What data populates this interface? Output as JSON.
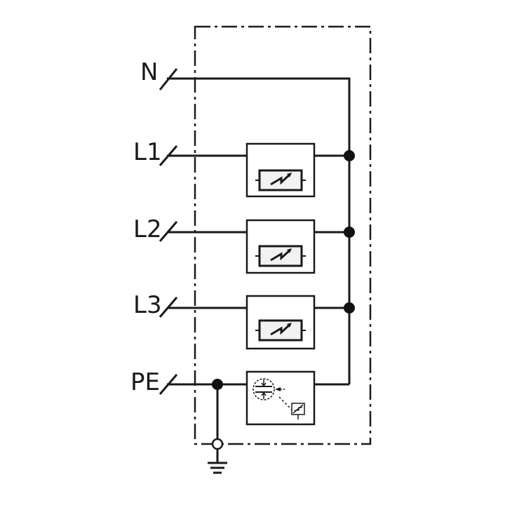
{
  "diagram": {
    "terminals": {
      "n": "N",
      "l1": "L1",
      "l2": "L2",
      "l3": "L3",
      "pe": "PE"
    },
    "components": [
      {
        "id": "varistor-l1",
        "kind": "varistor",
        "terminal": "L1"
      },
      {
        "id": "varistor-l2",
        "kind": "varistor",
        "terminal": "L2"
      },
      {
        "id": "varistor-l3",
        "kind": "varistor",
        "terminal": "L3"
      },
      {
        "id": "spark-gap-pe",
        "kind": "spark-gap",
        "terminal": "PE"
      }
    ],
    "icons": [
      "varistor-icon",
      "spark-gap-icon",
      "earth-ground-icon"
    ],
    "colors": {
      "line": "#1a1a1a",
      "background": "#ffffff"
    }
  }
}
